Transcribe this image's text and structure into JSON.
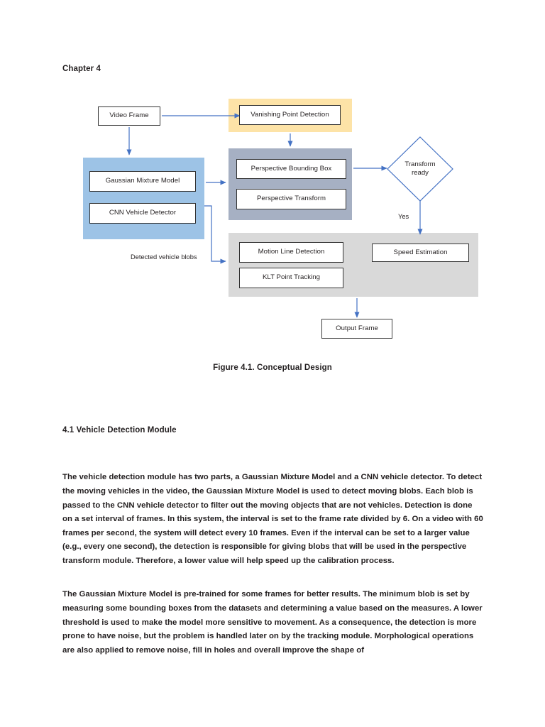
{
  "document": {
    "chapter_title": "Chapter 4",
    "figure_caption": "Figure 4.1. Conceptual Design",
    "section_heading": "4.1 Vehicle Detection Module",
    "paragraphs": [
      "The vehicle detection module has two parts, a Gaussian Mixture Model and a CNN vehicle detector. To detect the moving vehicles in the video, the Gaussian Mixture Model is used to detect moving blobs. Each blob is passed to the CNN vehicle detector to filter out the moving objects that are not vehicles. Detection is done on a set interval of frames. In this system, the interval is set to the frame rate divided by 6. On a video with 60 frames per second, the system will detect every 10 frames. Even if the interval can be set to a larger value (e.g., every one second), the detection is responsible for giving blobs that will be used in the perspective transform module. Therefore, a lower value will help speed up the calibration process.",
      "The Gaussian Mixture Model is pre-trained for some frames for better results. The minimum blob is set by measuring some bounding boxes from the datasets and determining a value based on the measures. A lower threshold is used to make the model more sensitive to movement. As a consequence, the detection is more prone to have noise, but the problem is handled later on by the tracking module. Morphological operations are also applied to remove noise, fill in holes and overall improve the shape of"
    ]
  },
  "diagram": {
    "nodes": {
      "video_frame": "Video Frame",
      "vanishing_point_detection": "Vanishing Point Detection",
      "gaussian_mixture_model": "Gaussian Mixture Model",
      "cnn_vehicle_detector": "CNN Vehicle Detector",
      "perspective_bounding_box": "Perspective Bounding Box",
      "perspective_transform": "Perspective Transform",
      "motion_line_detection": "Motion Line Detection",
      "klt_point_tracking": "KLT Point Tracking",
      "speed_estimation": "Speed Estimation",
      "output_frame": "Output Frame",
      "transform_ready_line1": "Transform",
      "transform_ready_line2": "ready"
    },
    "edge_labels": {
      "detected_vehicle_blobs": "Detected vehicle blobs",
      "yes": "Yes"
    },
    "colors": {
      "yellow_band": "#fde3a7",
      "blue_band": "#9dc3e6",
      "slate_band": "#a6b0c3",
      "gray_band": "#d9d9d9",
      "connector": "#4472c4",
      "node_border": "#3f3f3f",
      "text": "#231f20"
    }
  }
}
